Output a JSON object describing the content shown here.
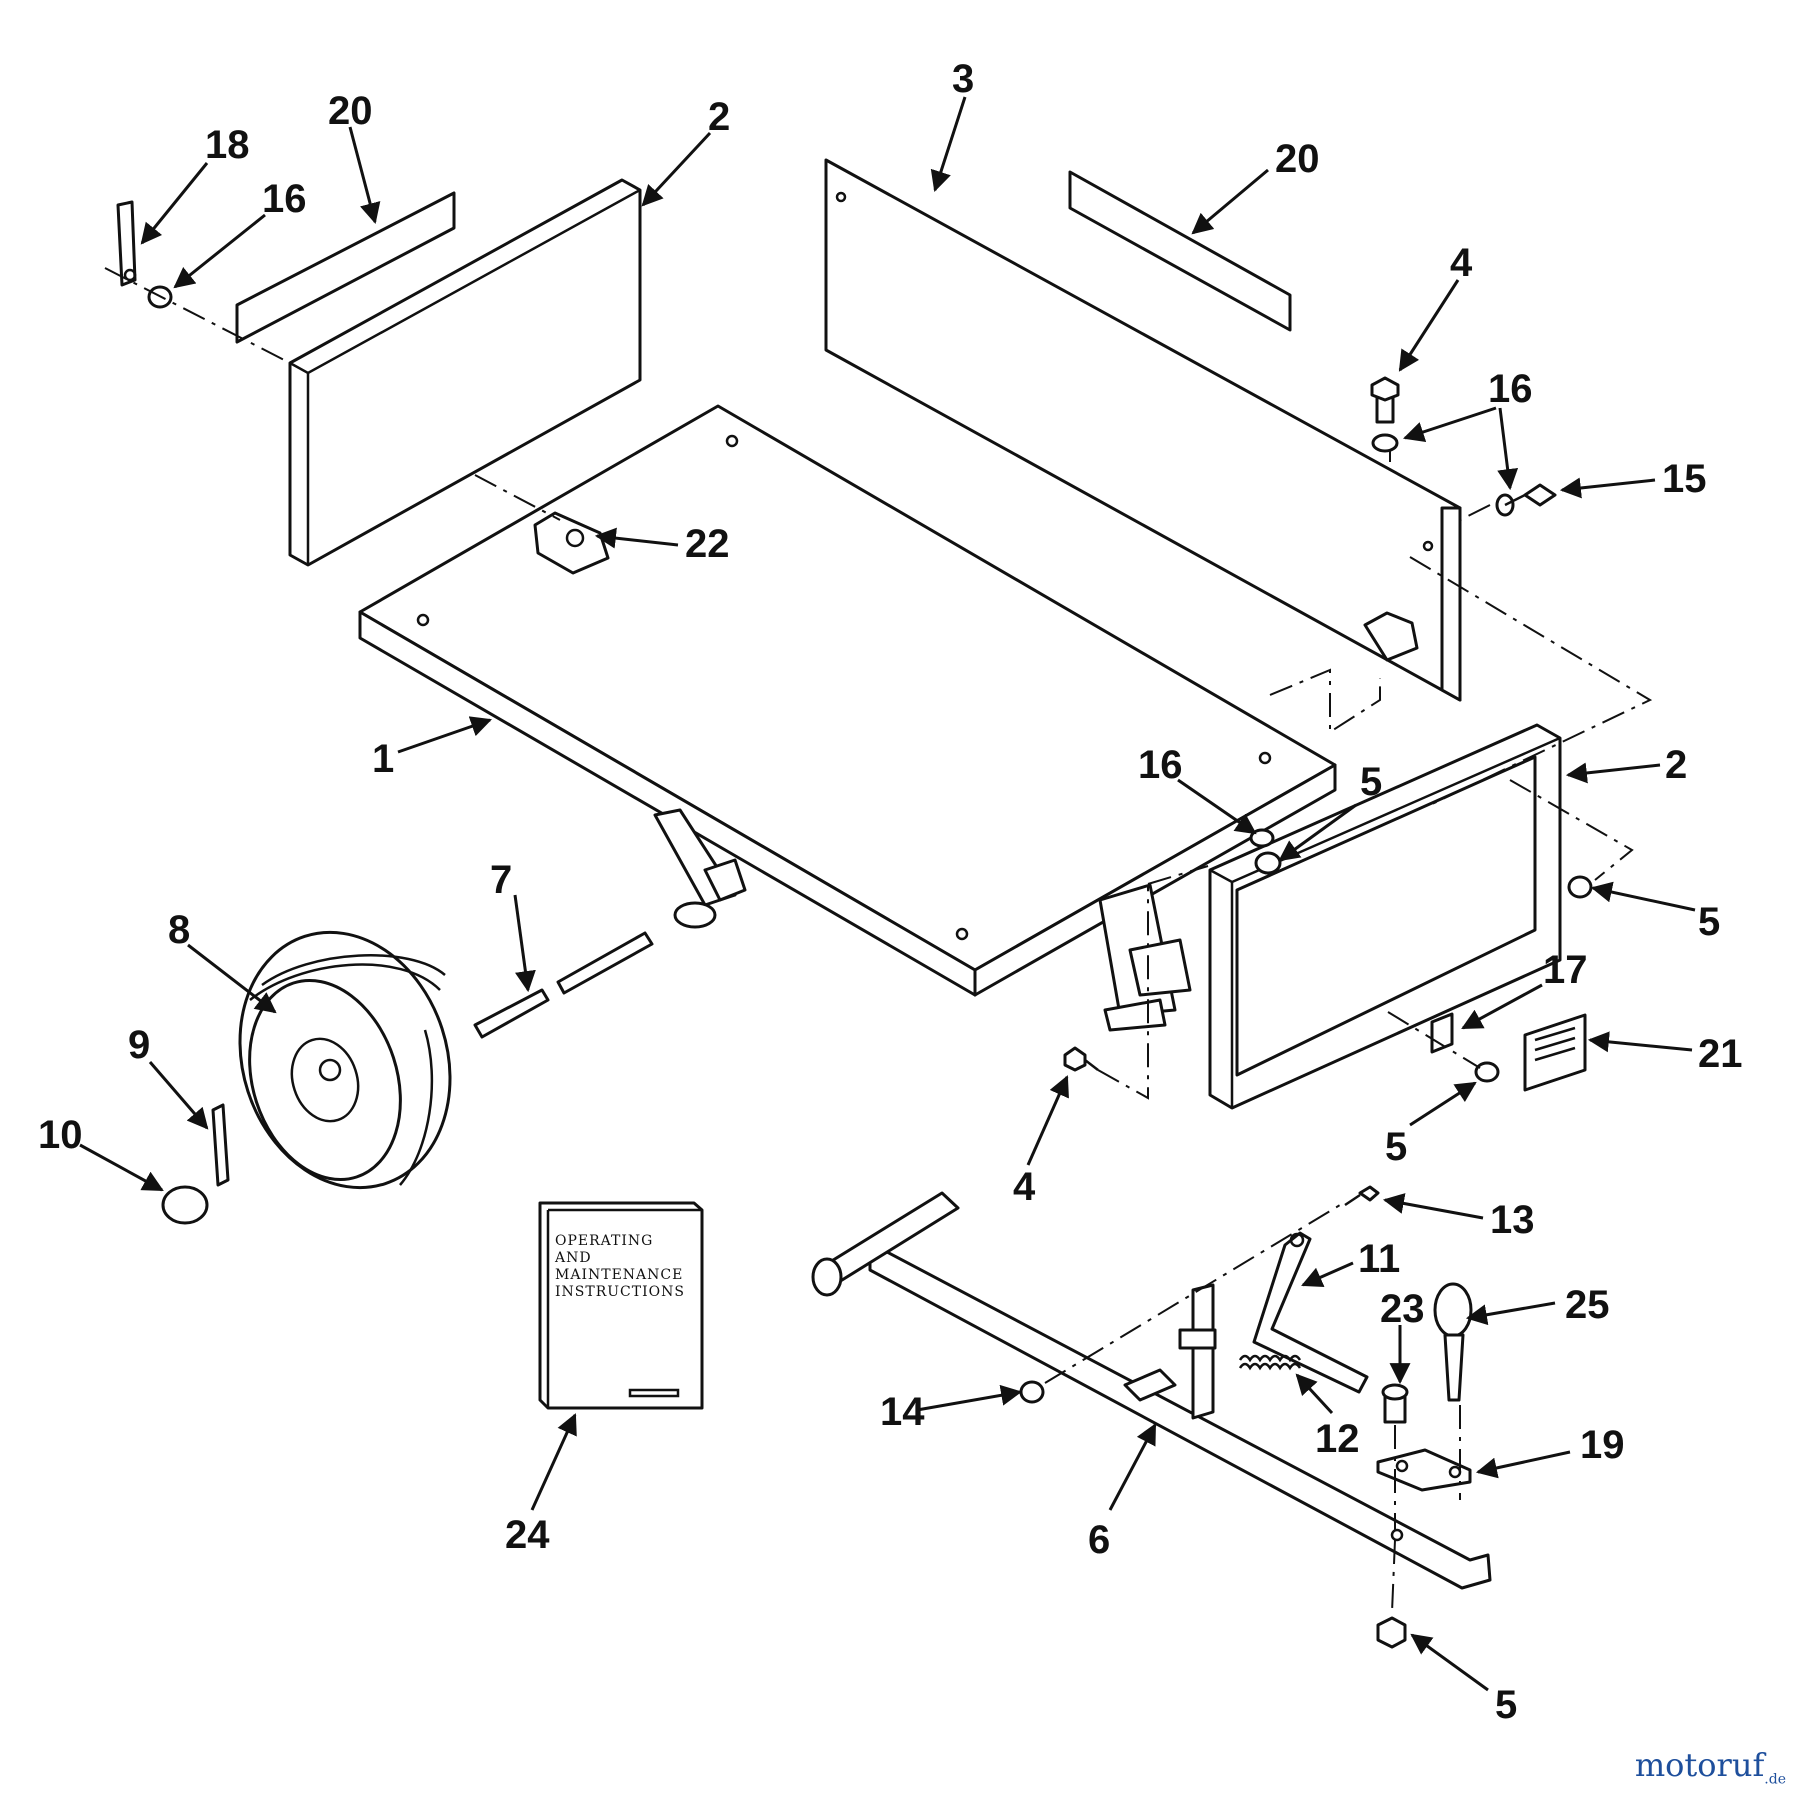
{
  "callouts": {
    "c1": "1",
    "c2a": "2",
    "c2b": "2",
    "c3": "3",
    "c4a": "4",
    "c4b": "4",
    "c5a": "5",
    "c5b": "5",
    "c5c": "5",
    "c5d": "5",
    "c6": "6",
    "c7": "7",
    "c8": "8",
    "c9": "9",
    "c10": "10",
    "c11": "11",
    "c12": "12",
    "c13": "13",
    "c14": "14",
    "c15": "15",
    "c16a": "16",
    "c16b": "16",
    "c16c": "16",
    "c17": "17",
    "c18": "18",
    "c19": "19",
    "c20a": "20",
    "c20b": "20",
    "c21": "21",
    "c22": "22",
    "c23": "23",
    "c24": "24",
    "c25": "25"
  },
  "manual": {
    "line1": "OPERATING",
    "line2": "AND",
    "line3": "MAINTENANCE",
    "line4": "INSTRUCTIONS"
  },
  "watermark": {
    "main": "motoruf",
    "suffix": ".de"
  },
  "colors": {
    "line": "#111111",
    "watermark": "#1e4f9c"
  }
}
